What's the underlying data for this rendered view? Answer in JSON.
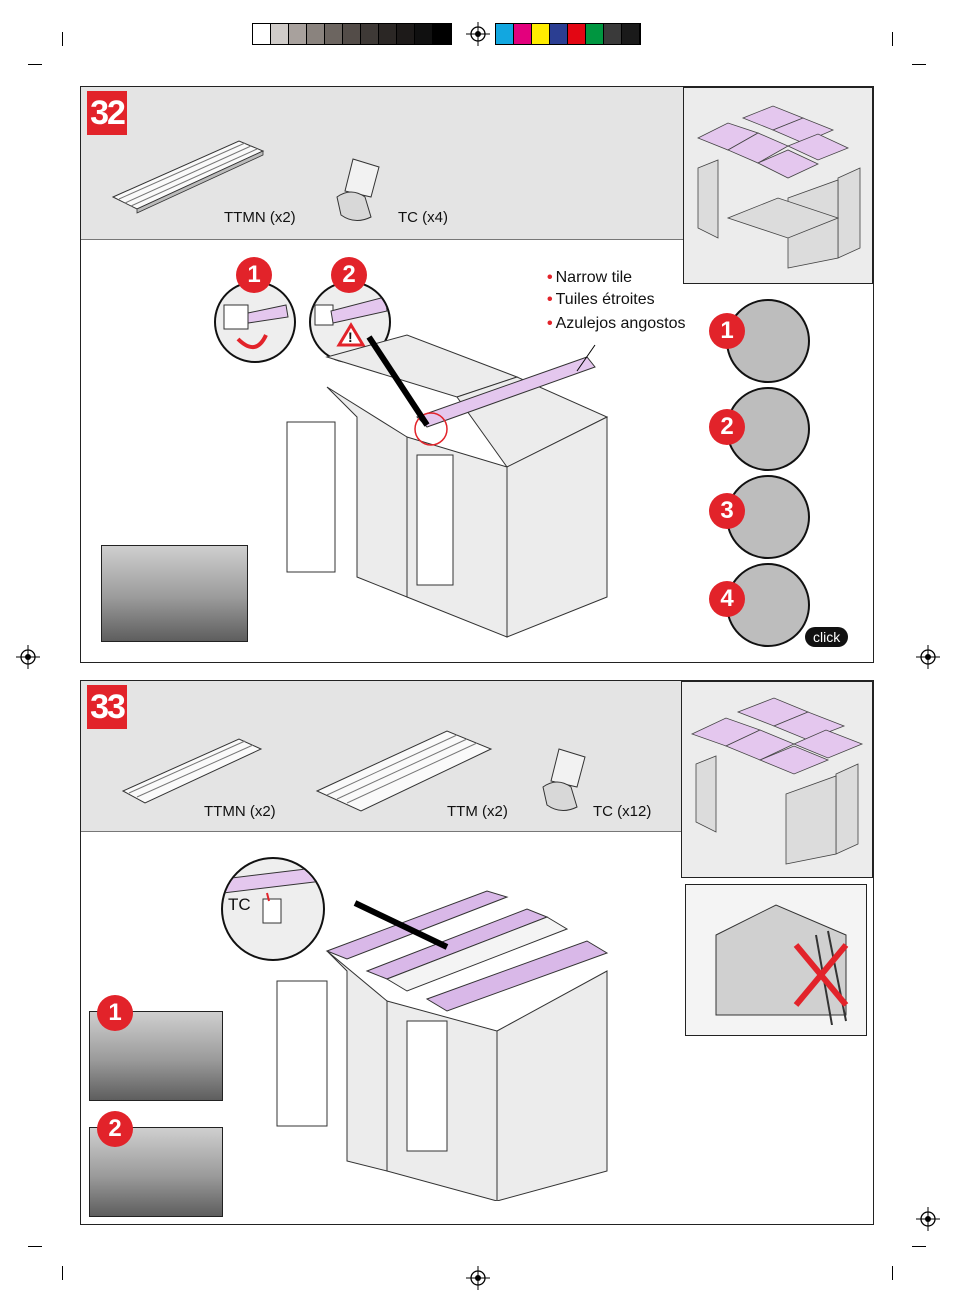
{
  "colors": {
    "accent_red": "#e2232a",
    "panel_gray": "#e4e4e4",
    "tile_pink": "#d9b8e8"
  },
  "color_strip": {
    "grays": [
      "#ffffff",
      "#d0ccc9",
      "#a8a19d",
      "#8a837e",
      "#6c6560",
      "#534c48",
      "#3e3936",
      "#2b2725",
      "#1d1a19",
      "#101010",
      "#000000"
    ],
    "process": [
      "#12a7e0",
      "#e3007d",
      "#ffec00",
      "#2b3e92",
      "#e30613",
      "#009640",
      "#3a3a3a",
      "#1a1a1a"
    ]
  },
  "step32": {
    "number": "32",
    "parts": [
      {
        "label": "TTMN (x2)"
      },
      {
        "label": "TC (x4)"
      }
    ],
    "detail_badges": [
      "1",
      "2"
    ],
    "notes": [
      "Narrow tile",
      "Tuiles étroites",
      "Azulejos angostos"
    ],
    "sequence": [
      "1",
      "2",
      "3",
      "4"
    ],
    "click_label": "click"
  },
  "step33": {
    "number": "33",
    "parts": [
      {
        "label": "TTMN (x2)"
      },
      {
        "label": "TTM (x2)"
      },
      {
        "label": "TC (x12)"
      }
    ],
    "callout_label": "TC",
    "photo_badges": [
      "1",
      "2"
    ]
  }
}
